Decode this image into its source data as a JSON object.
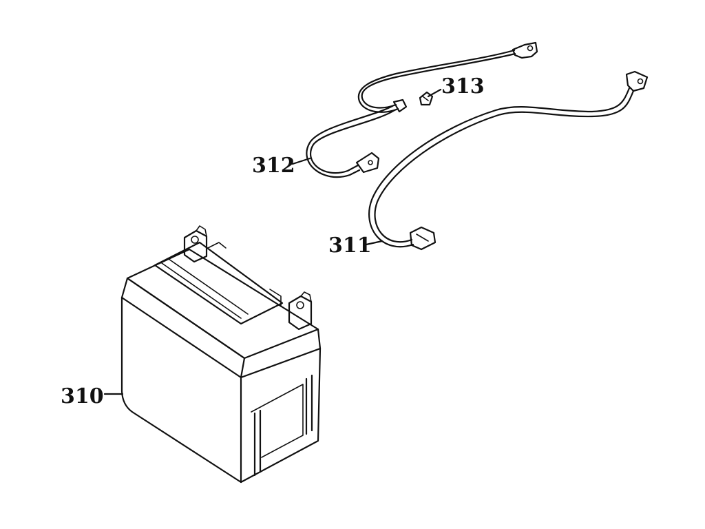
{
  "callouts": [
    {
      "id": "battery",
      "label": "310"
    },
    {
      "id": "cable_311",
      "label": "311"
    },
    {
      "id": "cable_312",
      "label": "312"
    },
    {
      "id": "bolt_313",
      "label": "313"
    }
  ]
}
